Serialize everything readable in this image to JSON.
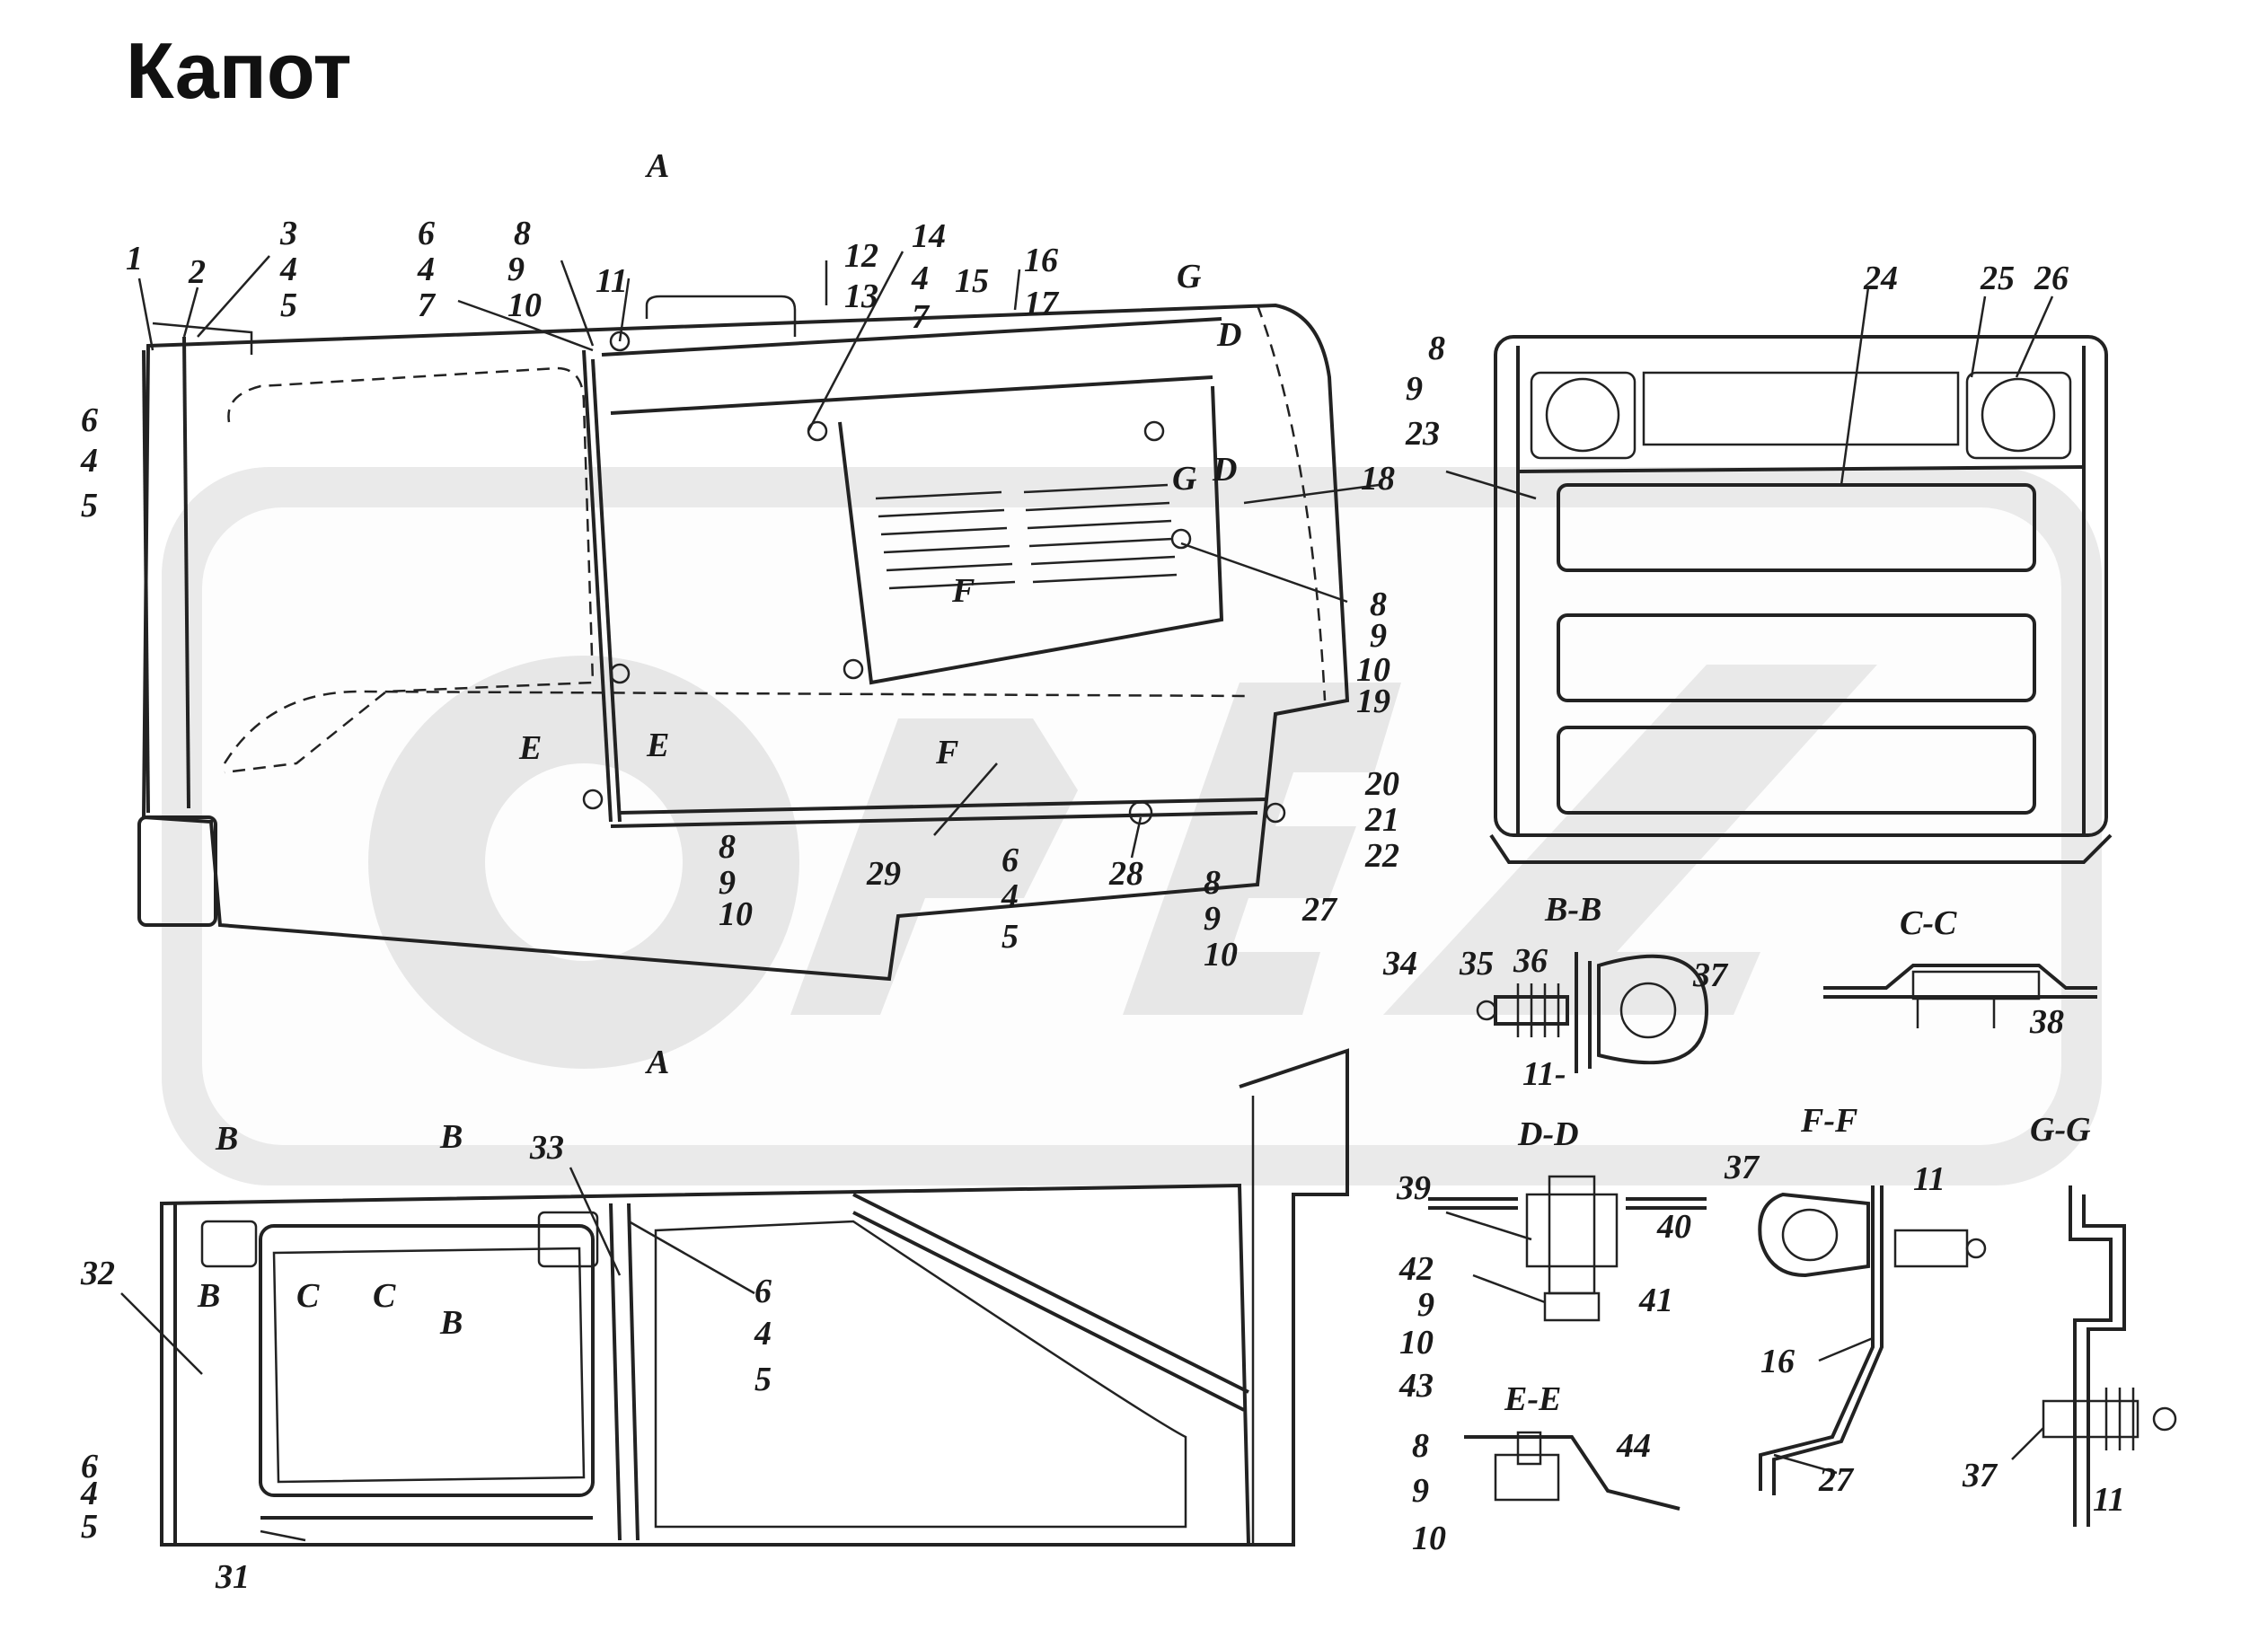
{
  "title": "Капот",
  "watermark": "ОРЕХ",
  "colors": {
    "background": "#ffffff",
    "lines": "#222222",
    "watermark": "#d9d9d9"
  },
  "sections": {
    "A_top": "A",
    "A_bottom": "A",
    "B1": "B",
    "B2": "B",
    "B3": "B",
    "B4": "B",
    "C1": "C",
    "C2": "C",
    "D1": "D",
    "D2": "D",
    "E1": "E",
    "E2": "E",
    "F1": "F",
    "F2": "F",
    "G1": "G",
    "G2": "G",
    "BB": "B-B",
    "CC": "C-C",
    "DD": "D-D",
    "EE": "E-E",
    "FF": "F-F",
    "GG": "G-G"
  },
  "callouts": [
    "1",
    "2",
    "3",
    "4",
    "5",
    "6",
    "4",
    "5",
    "6",
    "4",
    "7",
    "8",
    "9",
    "10",
    "11",
    "12",
    "13",
    "14",
    "4",
    "7",
    "15",
    "16",
    "17",
    "18",
    "8",
    "9",
    "10",
    "19",
    "20",
    "21",
    "22",
    "8",
    "9",
    "10",
    "29",
    "6",
    "4",
    "5",
    "28",
    "8",
    "9",
    "10",
    "27",
    "8",
    "9",
    "23",
    "24",
    "25",
    "26",
    "34",
    "35",
    "36",
    "37",
    "11-",
    "38",
    "33",
    "32",
    "6",
    "4",
    "5",
    "6",
    "4",
    "5",
    "31",
    "39",
    "40",
    "42",
    "9",
    "10",
    "43",
    "41",
    "8",
    "9",
    "10",
    "44",
    "37",
    "11",
    "16",
    "27",
    "37",
    "11"
  ]
}
